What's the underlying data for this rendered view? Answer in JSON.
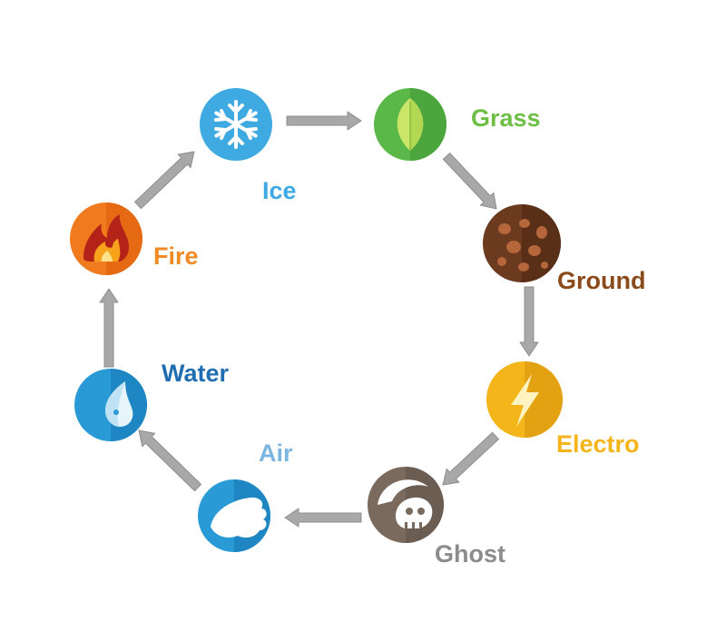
{
  "elements": [
    {
      "id": "ice",
      "label": "Ice",
      "icon": "snowflake-icon",
      "color": "#3FA9E1",
      "label_color": "#3FA9E1"
    },
    {
      "id": "grass",
      "label": "Grass",
      "icon": "leaf-icon",
      "color": "#5AB848",
      "label_color": "#6DBE45"
    },
    {
      "id": "ground",
      "label": "Ground",
      "icon": "rocks-icon",
      "color": "#6B3A1F",
      "label_color": "#8B4A1C"
    },
    {
      "id": "electro",
      "label": "Electro",
      "icon": "lightning-icon",
      "color": "#F3B51A",
      "label_color": "#F3B51A"
    },
    {
      "id": "ghost",
      "label": "Ghost",
      "icon": "skull-icon",
      "color": "#7A6A5E",
      "label_color": "#8C8C8C"
    },
    {
      "id": "air",
      "label": "Air",
      "icon": "wind-icon",
      "color": "#2A9AD6",
      "label_color": "#7CB6E0"
    },
    {
      "id": "water",
      "label": "Water",
      "icon": "water-drop-icon",
      "color": "#2A9AD6",
      "label_color": "#1F6DB0"
    },
    {
      "id": "fire",
      "label": "Fire",
      "icon": "flame-icon",
      "color": "#F07A1E",
      "label_color": "#F08A24"
    }
  ],
  "arrows": [
    {
      "from": "ice",
      "to": "grass"
    },
    {
      "from": "grass",
      "to": "ground"
    },
    {
      "from": "ground",
      "to": "electro"
    },
    {
      "from": "electro",
      "to": "ghost"
    },
    {
      "from": "ghost",
      "to": "air"
    },
    {
      "from": "air",
      "to": "water"
    },
    {
      "from": "water",
      "to": "fire"
    },
    {
      "from": "fire",
      "to": "ice"
    }
  ],
  "arrow_color": "#A8A8A8"
}
